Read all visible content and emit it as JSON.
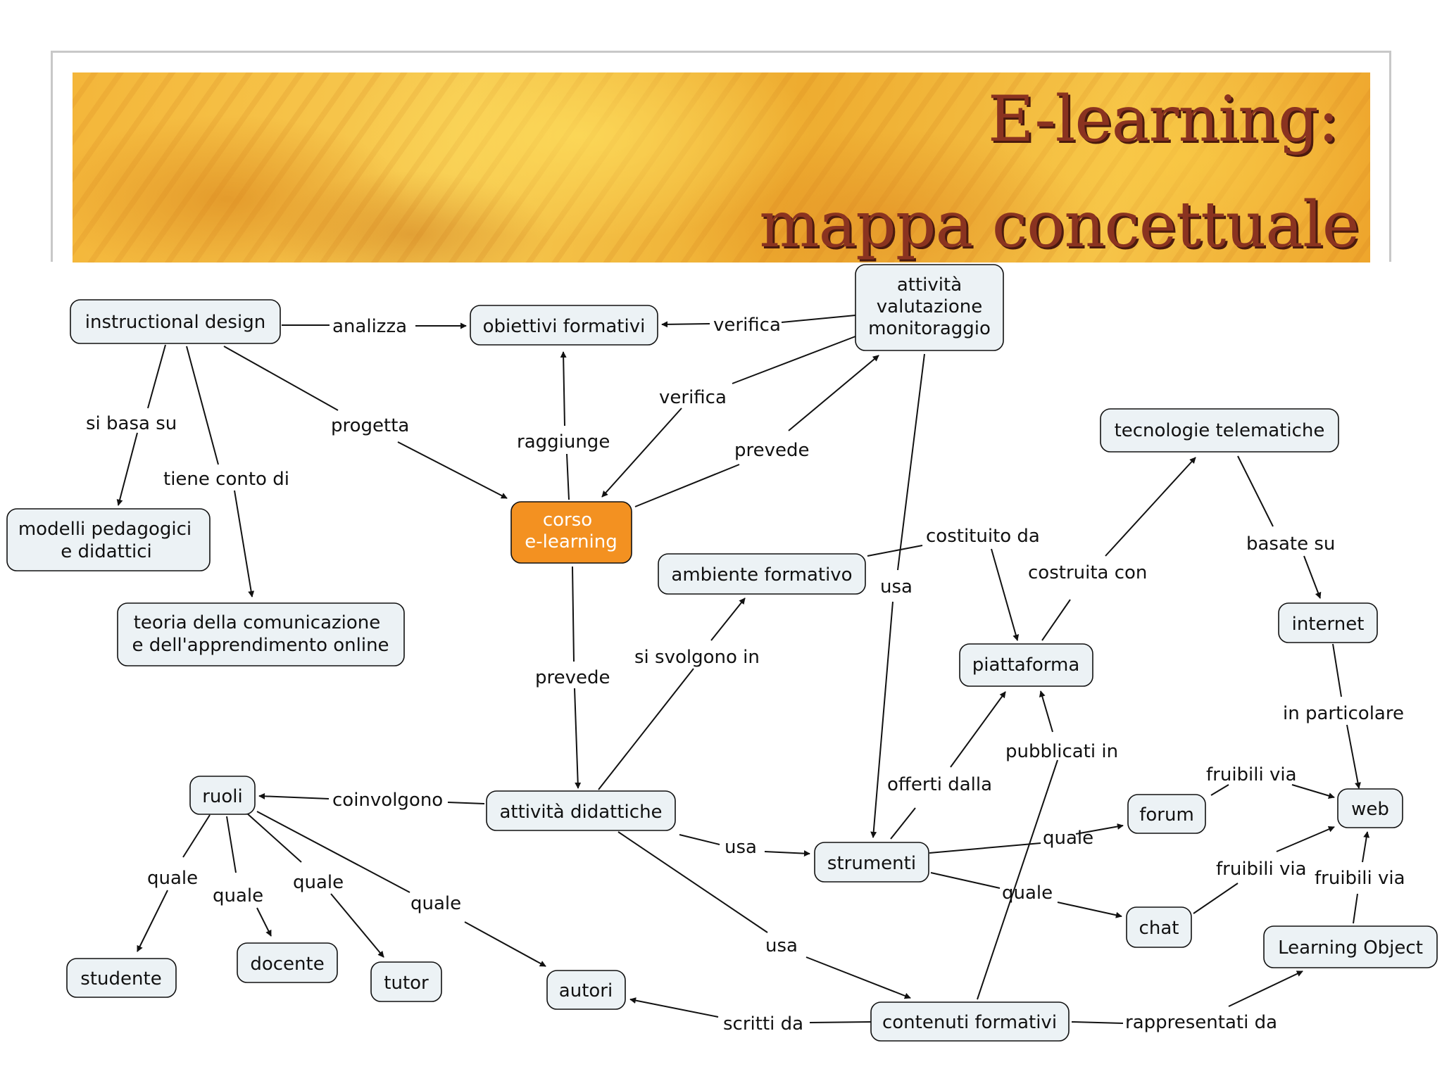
{
  "header": {
    "title_line1": "E-learning:",
    "title_line2": "mappa concettuale"
  },
  "nodes": {
    "instructional_design": "instructional design",
    "obiettivi_formativi": "obiettivi formativi",
    "attivita_valutazione": [
      "attività",
      "valutazione",
      "monitoraggio"
    ],
    "modelli_pedagogici": [
      "modelli pedagogici",
      "e didattici"
    ],
    "teoria_comunicazione": [
      "teoria della comunicazione",
      "e dell'apprendimento online"
    ],
    "corso_elearning": [
      "corso",
      "e-learning"
    ],
    "ambiente_formativo": "ambiente formativo",
    "tecnologie_telematiche": "tecnologie telematiche",
    "internet": "internet",
    "piattaforma": "piattaforma",
    "ruoli": "ruoli",
    "attivita_didattiche": "attività didattiche",
    "strumenti": "strumenti",
    "forum": "forum",
    "web": "web",
    "chat": "chat",
    "learning_object": "Learning Object",
    "studente": "studente",
    "docente": "docente",
    "tutor": "tutor",
    "autori": "autori",
    "contenuti_formativi": "contenuti formativi"
  },
  "links": {
    "analizza": "analizza",
    "verifica_obiettivi": "verifica",
    "si_basa_su": "si basa su",
    "progetta": "progetta",
    "tiene_conto_di": "tiene conto di",
    "raggiunge": "raggiunge",
    "verifica_corso": "verifica",
    "prevede_valutazione": "prevede",
    "costituito_da": "costituito da",
    "usa_valutazione": "usa",
    "costruita_con": "costruita con",
    "basate_su": "basate su",
    "prevede_attivita": "prevede",
    "si_svolgono_in": "si svolgono in",
    "in_particolare": "in particolare",
    "pubblicati_in": "pubblicati in",
    "fruibili_via_forum": "fruibili via",
    "offerti_dalla": "offerti dalla",
    "coinvolgono": "coinvolgono",
    "quale_forum": "quale",
    "usa_strumenti": "usa",
    "fruibili_via_chat": "fruibili via",
    "fruibili_via_lo": "fruibili via",
    "quale_studente": "quale",
    "quale_docente": "quale",
    "quale_tutor": "quale",
    "quale_chat": "quale",
    "quale_autori": "quale",
    "usa_contenuti": "usa",
    "scritti_da": "scritti da",
    "rappresentati_da": "rappresentati da"
  },
  "colors": {
    "node_fill": "#ecf2f5",
    "highlight_fill": "#f39121",
    "title_text": "#8a3320",
    "banner": "#f4b63a"
  }
}
